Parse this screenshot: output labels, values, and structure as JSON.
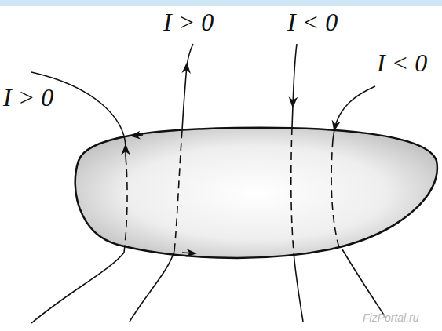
{
  "diagram": {
    "labels": [
      "I > 0",
      "I < 0",
      "I > 0",
      "I < 0",
      "FizPortal.ru"
    ]
  }
}
